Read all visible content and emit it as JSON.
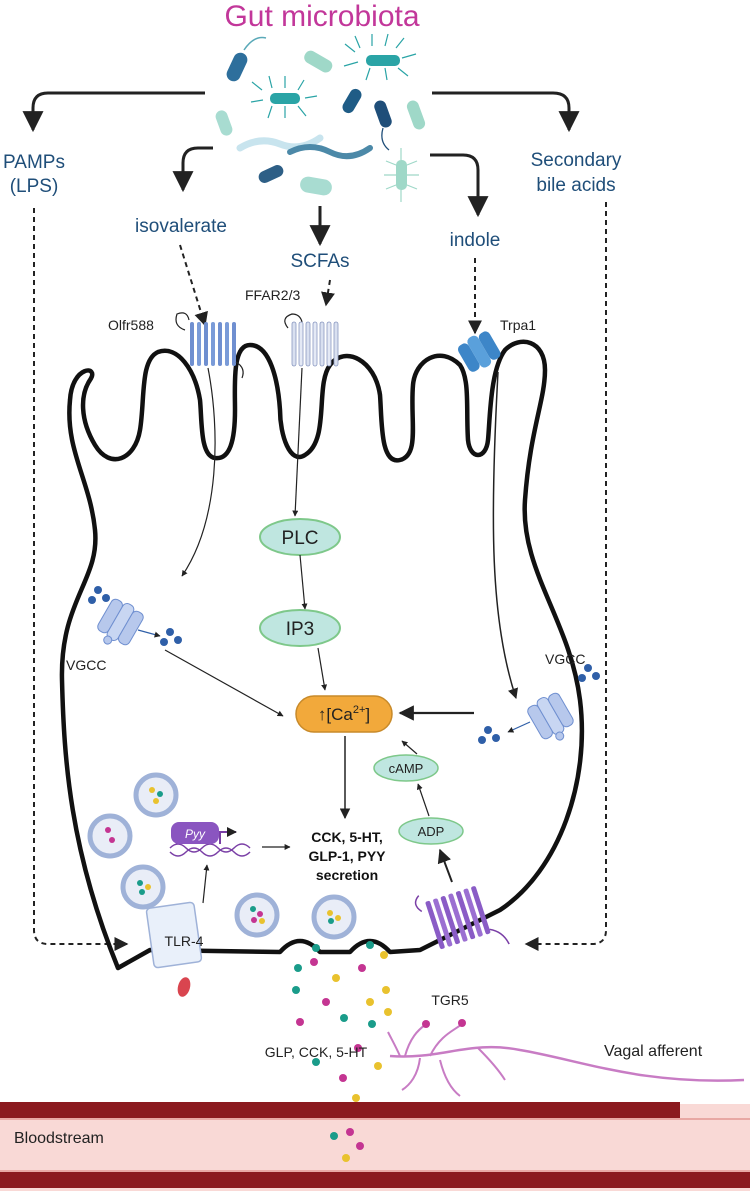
{
  "title": "Gut microbiota",
  "metabolites": {
    "pamps_line1": "PAMPs",
    "pamps_line2": "(LPS)",
    "isovalerate": "isovalerate",
    "scfas": "SCFAs",
    "indole": "indole",
    "secondary_line1": "Secondary",
    "secondary_line2": "bile acids"
  },
  "receptors": {
    "olfr588": "Olfr588",
    "ffar": "FFAR2/3",
    "trpa1": "Trpa1",
    "vgcc_left": "VGCC",
    "vgcc_right": "VGCC",
    "tlr4": "TLR-4",
    "tgr5": "TGR5"
  },
  "signaling": {
    "plc": "PLC",
    "ip3": "IP3",
    "camp": "cAMP",
    "adp": "ADP",
    "calcium_prefix": "↑[Ca",
    "calcium_sup": "2+",
    "calcium_suffix": "]",
    "pyy_gene": "Pyy"
  },
  "secretion": {
    "line1": "CCK, 5-HT,",
    "line2": "GLP-1, PYY",
    "line3": "secretion"
  },
  "outputs": {
    "hormones": "GLP, CCK, 5-HT",
    "vagal": "Vagal afferent",
    "bloodstream": "Bloodstream"
  },
  "colors": {
    "title": "#c2379a",
    "label_blue": "#1f4e79",
    "node_fill": "#bfe6e0",
    "node_stroke": "#7ec88a",
    "calcium_fill": "#f2a93b",
    "receptor_blue": "#6f8fd0",
    "tgr5_purple": "#8a5cc6",
    "pyy_purple": "#7a3fa6",
    "vessel_dark": "#8b1a1f",
    "vessel_light": "#f9d9d6",
    "granule_teal": "#1a9c8a",
    "granule_magenta": "#c43592",
    "granule_yellow": "#e9c22e",
    "vagal_pink": "#c87cc4"
  }
}
